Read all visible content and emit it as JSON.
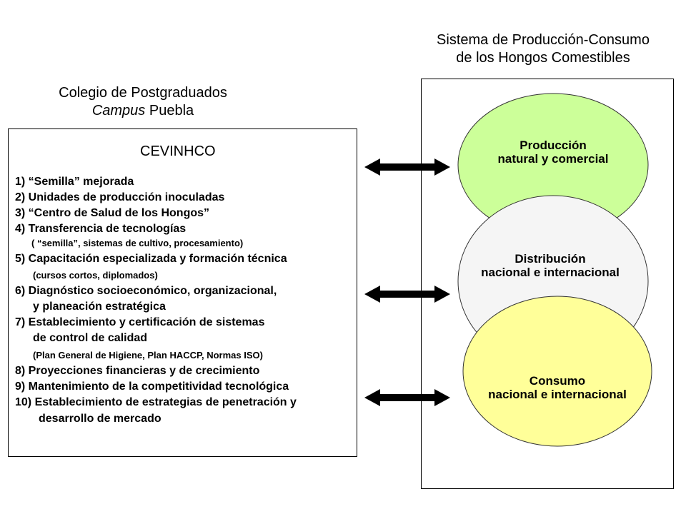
{
  "left_title": {
    "line1": "Colegio de Postgraduados",
    "line2_italic": "Campus",
    "line2_rest": " Puebla"
  },
  "right_title": {
    "line1": "Sistema de Producción-Consumo",
    "line2": "de los Hongos Comestibles"
  },
  "cevinhco": {
    "heading": "CEVINHCO",
    "lines": [
      "1) “Semilla” mejorada",
      "2) Unidades de producción inoculadas",
      "3) “Centro de Salud de los Hongos”",
      "4) Transferencia de tecnologías",
      "( “semilla”, sistemas de cultivo, procesamiento)",
      "5) Capacitación especializada y formación técnica",
      "(cursos cortos, diplomados)",
      "6) Diagnóstico socioeconómico, organizacional,",
      "y planeación estratégica",
      "7) Establecimiento y certificación de sistemas",
      "de control de calidad",
      "(Plan General de Higiene, Plan HACCP, Normas ISO)",
      "8) Proyecciones financieras y de crecimiento",
      "9) Mantenimiento de la competitividad tecnológica",
      "10) Establecimiento de estrategias de penetración y",
      "desarrollo de mercado"
    ]
  },
  "stages": [
    {
      "title": "Producción",
      "subtitle": "natural y comercial",
      "color": "#ccff99"
    },
    {
      "title": "Distribución",
      "subtitle": "nacional e internacional",
      "color": "#f5f5f5"
    },
    {
      "title": "Consumo",
      "subtitle": "nacional e internacional",
      "color": "#ffff99"
    }
  ]
}
